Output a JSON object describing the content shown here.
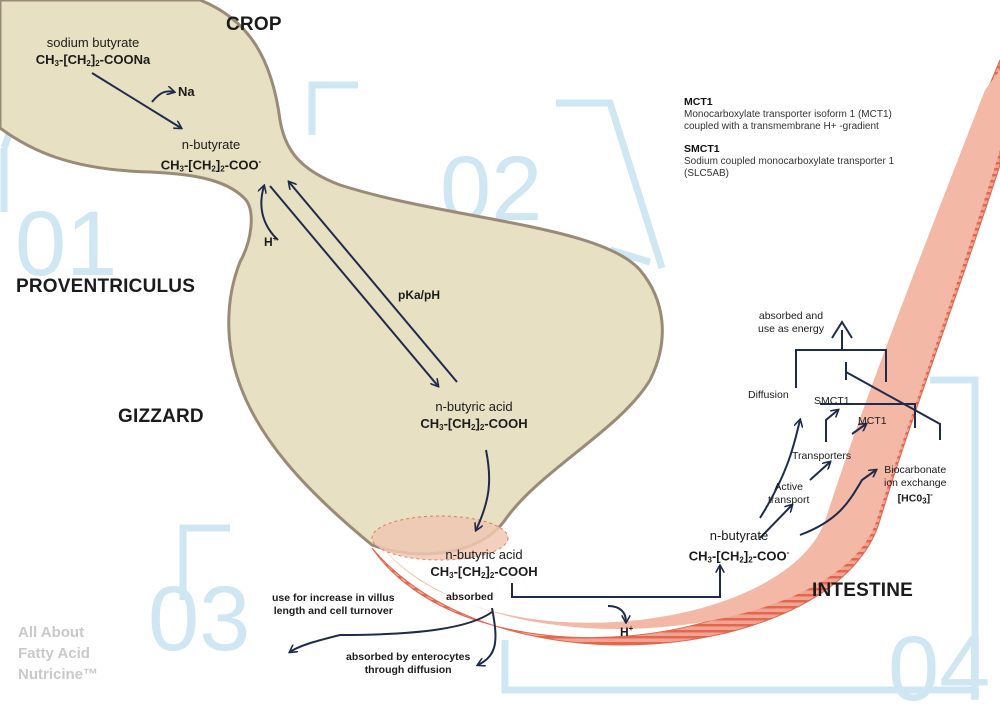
{
  "regions": {
    "crop": "CROP",
    "proventriculus": "PROVENTRICULUS",
    "gizzard": "GIZZARD",
    "intestine": "INTESTINE"
  },
  "section_numbers": [
    "01",
    "02",
    "03",
    "04"
  ],
  "crop_chem": {
    "name": "sodium butyrate",
    "formula_parts": [
      "CH",
      "3",
      "-[CH",
      "2",
      "]",
      "2",
      "-COONa"
    ]
  },
  "na_label": "Na",
  "butyrate_crop": {
    "name": "n-butyrate",
    "formula_parts": [
      "CH",
      "3",
      "-[CH",
      "2",
      "]",
      "2",
      "-COO",
      "-"
    ]
  },
  "h_plus_top": [
    "H",
    "+"
  ],
  "pka_label": "pKa/pH",
  "gizzard_acid": {
    "name": "n-butyric acid",
    "formula_parts": [
      "CH",
      "3",
      "-[CH",
      "2",
      "]",
      "2",
      "-COOH"
    ]
  },
  "intestine_acid": {
    "name": "n-butyric acid",
    "formula_parts": [
      "CH",
      "3",
      "-[CH",
      "2",
      "]",
      "2",
      "-COOH"
    ]
  },
  "absorbed_label": "absorbed",
  "villus_label": [
    "use for increase in villus",
    "length and cell turnover"
  ],
  "enterocytes_label": [
    "absorbed by enterocytes",
    "through diffusion"
  ],
  "h_plus_bottom": [
    "H",
    "+"
  ],
  "intestine_butyrate": {
    "name": "n-butyrate",
    "formula_parts": [
      "CH",
      "3",
      "-[CH",
      "2",
      "]",
      "2",
      "-COO",
      "-"
    ]
  },
  "active_transport": [
    "Active",
    "transport"
  ],
  "transporters": "Transporters",
  "smct1_label": "SMCT1",
  "mct1_label": "MCT1",
  "diffusion_label": "Diffusion",
  "energy_label": [
    "absorbed and",
    "use as energy"
  ],
  "bicarbonate_label": [
    "Biocarbonate",
    "ion exchange"
  ],
  "hco3_parts": [
    "[HC0",
    "3",
    "]",
    "-"
  ],
  "legend": {
    "mct1_title": "MCT1",
    "mct1_desc": [
      "Monocarboxylate transporter isoform 1 (MCT1)",
      "coupled with a transmembrane H+ -gradient"
    ],
    "smct1_title": "SMCT1",
    "smct1_desc": [
      "Sodium coupled monocarboxylate transporter 1",
      "(SLC5AB)"
    ]
  },
  "brand_lines": [
    "All About",
    "Fatty Acid",
    "Nutricine™"
  ],
  "colors": {
    "organ_fill": "#e8e0c2",
    "organ_stroke": "#9a8a78",
    "intestine_fill": "#f4b9a6",
    "intestine_stripe": "#e1674f",
    "arrow": "#1f2b4d",
    "watermark": "#cfe6f3",
    "brand_gray": "#c9c9c9"
  }
}
